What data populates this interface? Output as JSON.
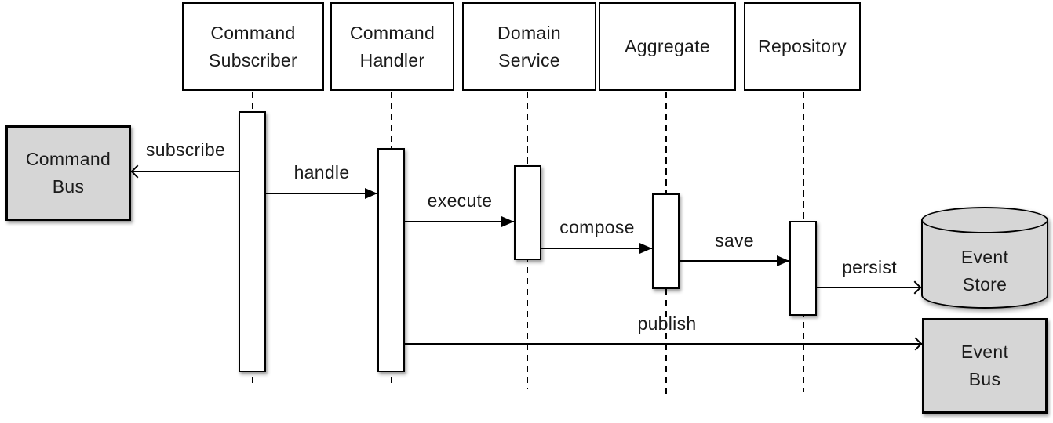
{
  "diagram_type": "uml-sequence",
  "actors": [
    {
      "label": "Command\nSubscriber"
    },
    {
      "label": "Command\nHandler"
    },
    {
      "label": "Domain\nService"
    },
    {
      "label": "Aggregate"
    },
    {
      "label": "Repository"
    }
  ],
  "externals": [
    {
      "label": "Command\nBus",
      "shape": "rectangle"
    },
    {
      "label": "Event\nStore",
      "shape": "cylinder"
    },
    {
      "label": "Event\nBus",
      "shape": "rectangle"
    }
  ],
  "messages": [
    {
      "label": "subscribe",
      "from": "Command Subscriber",
      "to": "Command Bus",
      "arrowhead": "open",
      "direction": "left"
    },
    {
      "label": "handle",
      "from": "Command Subscriber",
      "to": "Command Handler",
      "arrowhead": "solid",
      "direction": "right"
    },
    {
      "label": "execute",
      "from": "Command Handler",
      "to": "Domain Service",
      "arrowhead": "solid",
      "direction": "right"
    },
    {
      "label": "compose",
      "from": "Domain Service",
      "to": "Aggregate",
      "arrowhead": "solid",
      "direction": "right"
    },
    {
      "label": "save",
      "from": "Aggregate",
      "to": "Repository",
      "arrowhead": "solid",
      "direction": "right"
    },
    {
      "label": "persist",
      "from": "Repository",
      "to": "Event Store",
      "arrowhead": "open",
      "direction": "right"
    },
    {
      "label": "publish",
      "from": "Command Handler",
      "to": "Event Bus",
      "arrowhead": "open",
      "direction": "right"
    }
  ],
  "colors": {
    "background": "#ffffff",
    "actor_fill": "#ffffff",
    "external_fill": "#d6d6d6",
    "stroke": "#000000",
    "text": "#1b1b1b"
  }
}
